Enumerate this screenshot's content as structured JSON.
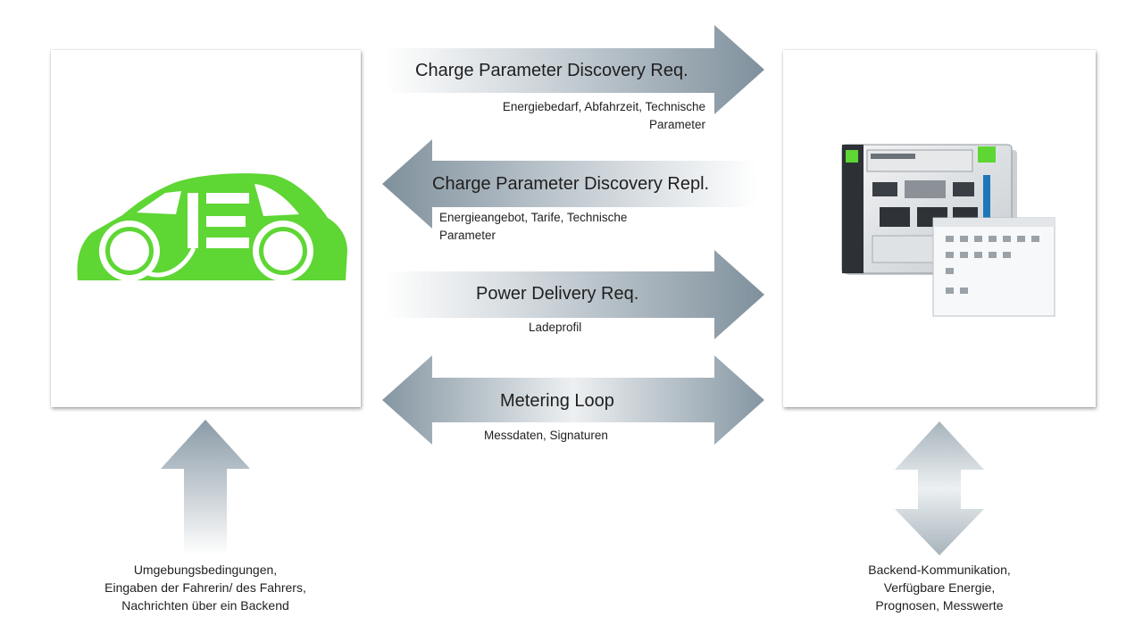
{
  "messages": {
    "charge_req": {
      "title": "Charge Parameter Discovery Req.",
      "detail_line1": "Energiebedarf, Abfahrzeit, Technische",
      "detail_line2": "Parameter"
    },
    "charge_repl": {
      "title": "Charge Parameter Discovery Repl.",
      "detail_line1": "Energieangebot, Tarife, Technische",
      "detail_line2": "Parameter"
    },
    "power_req": {
      "title": "Power Delivery Req.",
      "detail": "Ladeprofil"
    },
    "metering": {
      "title": "Metering Loop",
      "detail": "Messdaten, Signaturen"
    }
  },
  "captions": {
    "vehicle_inputs": {
      "line1": "Umgebungsbedingungen,",
      "line2": "Eingaben der Fahrerin/ des Fahrers,",
      "line3": "Nachrichten über ein Backend"
    },
    "backend": {
      "line1": "Backend-Kommunikation,",
      "line2": "Verfügbare Energie,",
      "line3": "Prognosen, Messwerte"
    }
  },
  "colors": {
    "car_green": "#5ed634",
    "arrow_dark": "#8a9aa6",
    "arrow_light": "#f2f4f5"
  }
}
